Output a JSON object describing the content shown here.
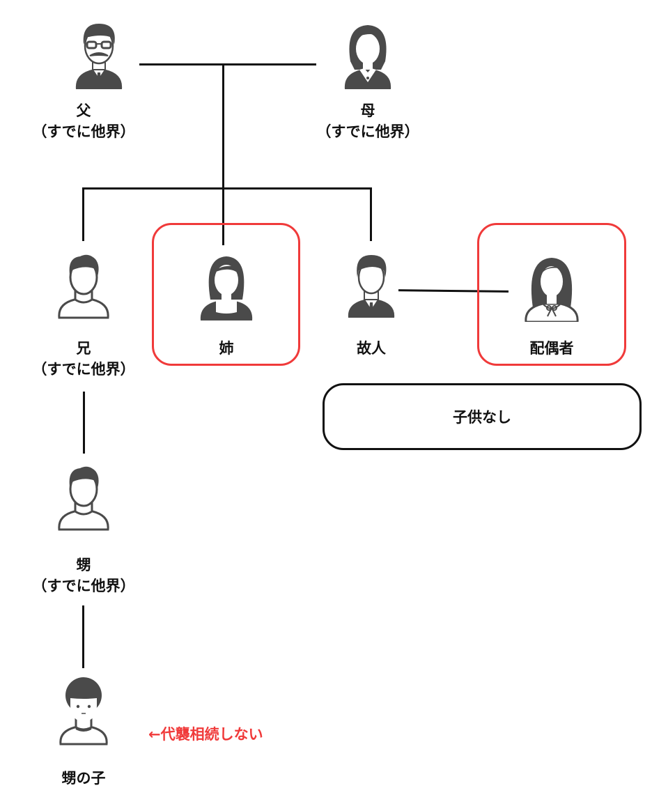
{
  "diagram": {
    "title": "相続関係図",
    "colors": {
      "line": "#111111",
      "highlight": "#f03a3a",
      "icon": "#4a4a4a"
    },
    "people": {
      "father": {
        "name": "父",
        "status": "（すでに他界）",
        "icon": "man-glasses-mustache-icon"
      },
      "mother": {
        "name": "母",
        "status": "（すでに他界）",
        "icon": "woman-collar-icon"
      },
      "brother": {
        "name": "兄",
        "status": "（すでに他界）",
        "icon": "man-outline-icon"
      },
      "sister": {
        "name": "姉",
        "icon": "woman-icon",
        "highlighted": true
      },
      "deceased": {
        "name": "故人",
        "icon": "man-suit-icon"
      },
      "spouse": {
        "name": "配偶者",
        "icon": "woman-ribbon-icon",
        "highlighted": true
      },
      "nephew": {
        "name": "甥",
        "status": "（すでに他界）",
        "icon": "man-outline-icon"
      },
      "grandnephew": {
        "name": "甥の子",
        "icon": "boy-icon"
      }
    },
    "no_children_label": "子供なし",
    "annotation": "←代襲相続しない"
  }
}
